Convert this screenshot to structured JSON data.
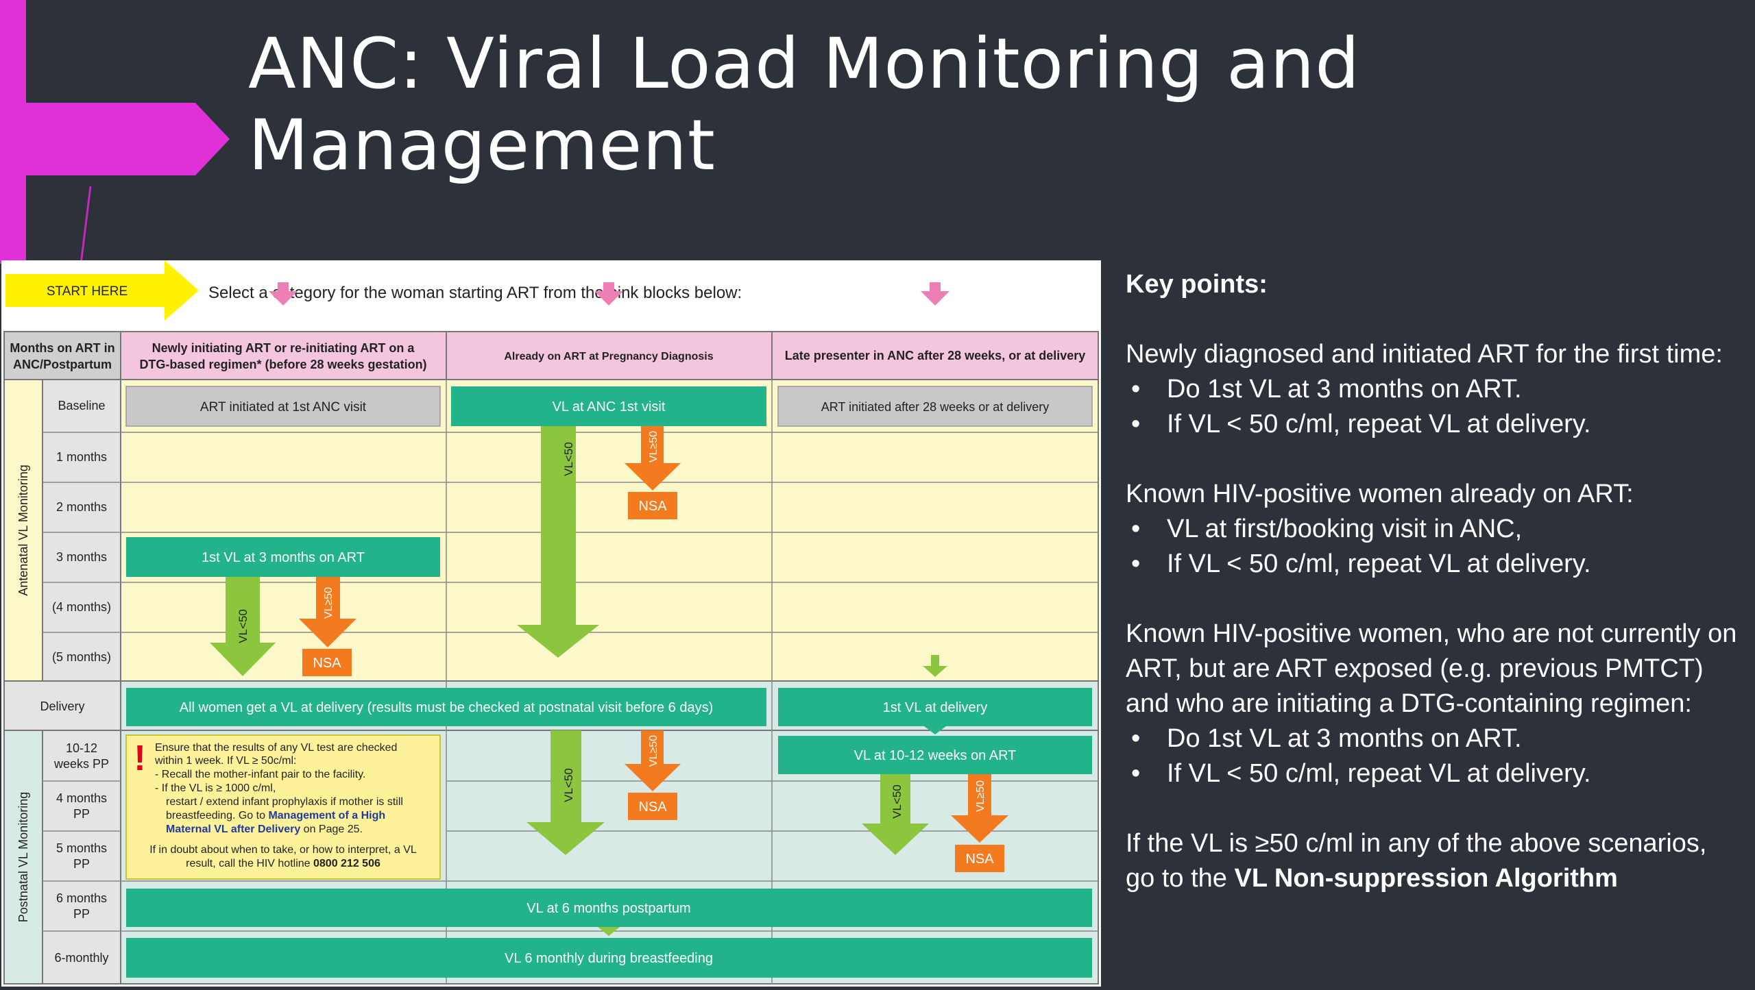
{
  "slide": {
    "title_line1": "ANC: Viral Load Monitoring and",
    "title_line2": "Management",
    "accent_color": "#e030d8",
    "background_color": "#2d3139"
  },
  "flowchart": {
    "start_here": "START HERE",
    "instruction": "Select a category for the woman starting ART from the pink blocks below:",
    "header_months_line1": "Months on ART in",
    "header_months_line2": "ANC/Postpartum",
    "col1_line1": "Newly initiating ART or re-initiating ART on a",
    "col1_line2": "DTG-based regimen* (before 28 weeks gestation)",
    "col2_header": "Already on ART at Pregnancy Diagnosis",
    "col3_header": "Late presenter in ANC after 28 weeks, or at delivery",
    "side_antenatal": "Antenatal VL Monitoring",
    "side_postnatal": "Postnatal VL Monitoring",
    "rows": {
      "baseline": "Baseline",
      "m1": "1 months",
      "m2": "2 months",
      "m3": "3 months",
      "m4": "(4 months)",
      "m5": "(5 months)",
      "delivery": "Delivery",
      "pp10_l1": "10-12",
      "pp10_l2": "weeks PP",
      "pp4_l1": "4 months",
      "pp4_l2": "PP",
      "pp5_l1": "5 months",
      "pp5_l2": "PP",
      "pp6_l1": "6 months",
      "pp6_l2": "PP",
      "sixmonthly": "6-monthly"
    },
    "boxes": {
      "col1_baseline": "ART initiated at 1st ANC visit",
      "col2_baseline": "VL at ANC 1st visit",
      "col3_baseline": "ART initiated after 28 weeks or at delivery",
      "col1_m3": "1st VL at 3 months on ART",
      "delivery_all": "All women get a VL at delivery (results must be checked at postnatal visit before 6 days)",
      "col3_delivery": "1st VL at delivery",
      "col3_pp10": "VL at 10-12 weeks on ART",
      "pp6": "VL at 6 months postpartum",
      "sixmonthly": "VL 6 monthly during breastfeeding"
    },
    "arrow_labels": {
      "vl_lt50": "VL<50",
      "vl_ge50": "VL≥50",
      "nsa": "NSA"
    },
    "note": {
      "l1": "Ensure that the results of any VL test are checked",
      "l2": "within 1 week. If VL ≥ 50c/ml:",
      "l3": "-  Recall the mother-infant pair to the facility.",
      "l4": "-  If the VL is ≥ 1000 c/ml,",
      "l5": "restart / extend infant prophylaxis if mother is still",
      "l6a": "breastfeeding. Go to ",
      "l6b": "Management of a High",
      "l7a": "Maternal VL after Delivery",
      "l7b": " on Page 25.",
      "l8": "If in doubt about when to take, or how to interpret, a VL",
      "l9a": "result, call the HIV hotline ",
      "l9b": "0800 212 506"
    },
    "colors": {
      "green": "#22b38a",
      "lime": "#8cc63f",
      "orange": "#f47a20",
      "pink": "#f4c6dd",
      "yellow": "#fdf8c9",
      "grey": "#c8c8c8",
      "teal_bg": "#d7eae6"
    }
  },
  "key_points": {
    "heading": "Key points:",
    "p1": "Newly diagnosed and initiated ART for the first time:",
    "p1_b1": "Do 1st VL at 3 months on ART.",
    "p1_b2": "If VL < 50 c/ml, repeat VL at delivery.",
    "p2": "Known HIV-positive women already on ART:",
    "p2_b1": "VL at first/booking visit in ANC,",
    "p2_b2": "If VL < 50 c/ml, repeat VL at delivery.",
    "p3": "Known HIV-positive women, who are not currently on ART, but are ART exposed (e.g. previous PMTCT) and who are initiating a DTG-containing regimen:",
    "p3_b1": "Do 1st VL at 3 months on ART.",
    "p3_b2": "If VL < 50 c/ml, repeat VL at delivery.",
    "p4_a": "If the VL is ≥50 c/ml in any of the above scenarios, go to the ",
    "p4_b": "VL Non-suppression Algorithm"
  }
}
